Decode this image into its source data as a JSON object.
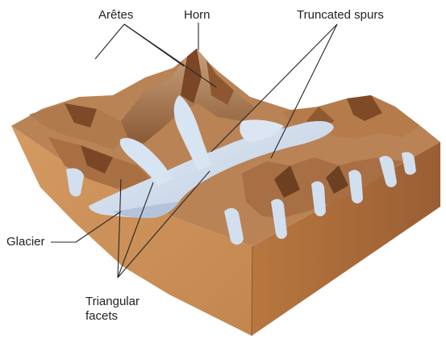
{
  "labels": {
    "aretes": "Arêtes",
    "horn": "Horn",
    "truncated_spurs": "Truncated spurs",
    "glacier": "Glacier",
    "triangular_facets_line1": "Triangular",
    "triangular_facets_line2": "facets"
  },
  "colors": {
    "block_top": "#c8905a",
    "block_side_left": "#c88a52",
    "block_side_right": "#a8683a",
    "glacier_ice": "#d3e1ef",
    "ice_shadow": "#9fb4cc",
    "rock_dark": "#6e4022",
    "rock_light": "#d8b898",
    "leader_lines": "#262626"
  }
}
